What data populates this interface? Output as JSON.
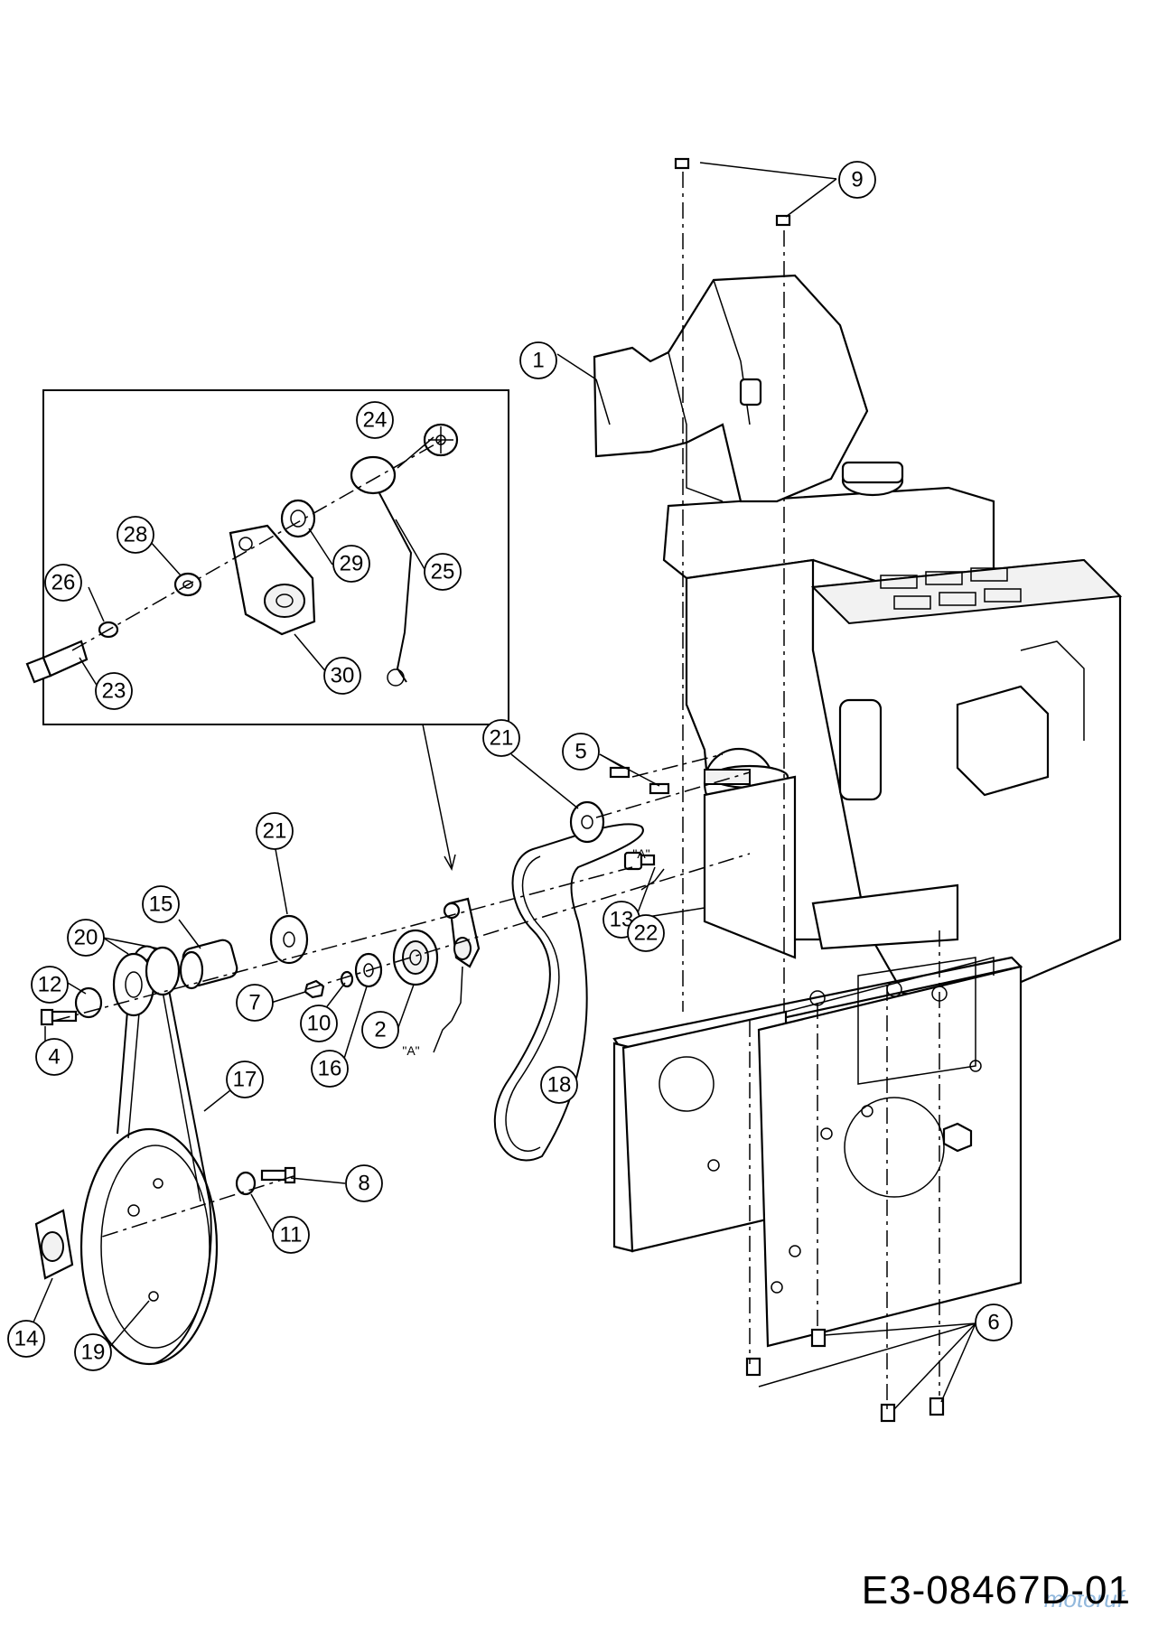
{
  "drawing_id": "E3-08467D-01",
  "watermark": "motoruf",
  "reference_marks": [
    "\"A\"",
    "\"A\""
  ],
  "callouts": [
    "1",
    "2",
    "4",
    "5",
    "6",
    "7",
    "8",
    "9",
    "10",
    "11",
    "12",
    "13",
    "14",
    "15",
    "16",
    "17",
    "18",
    "19",
    "20",
    "21",
    "21",
    "22",
    "23",
    "24",
    "25",
    "26",
    "28",
    "29",
    "30"
  ]
}
